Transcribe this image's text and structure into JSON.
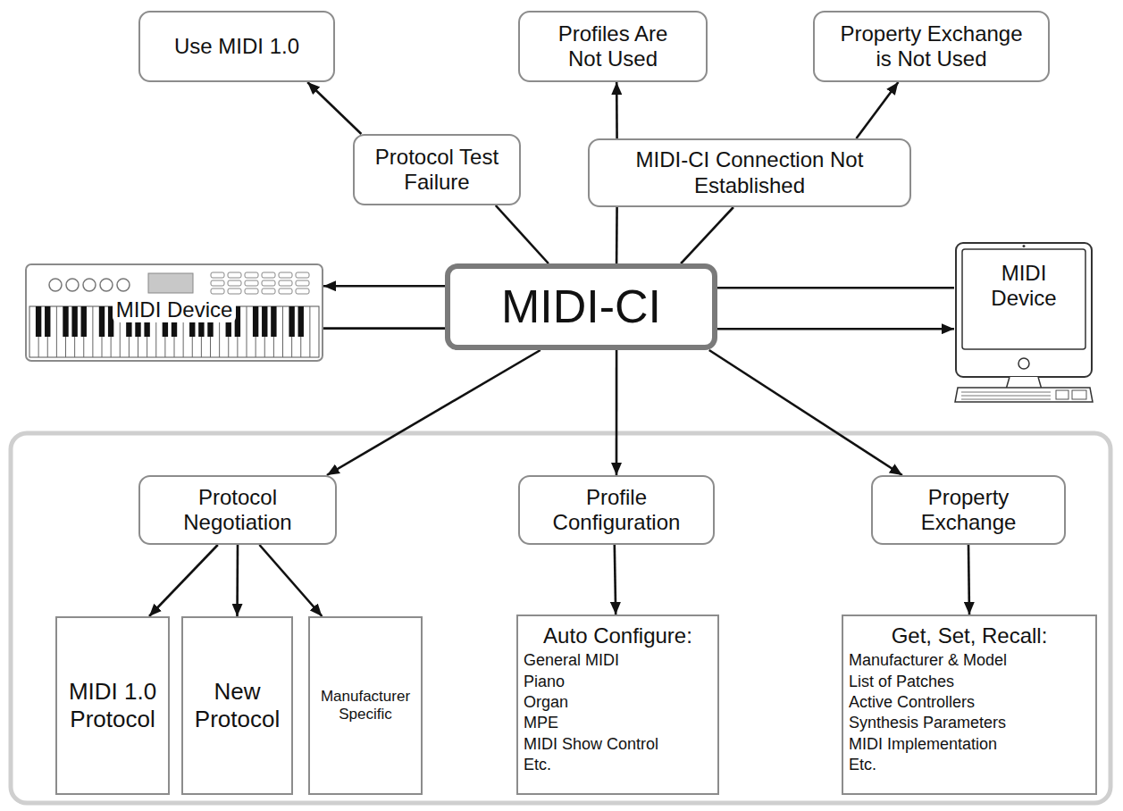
{
  "diagram": {
    "nodes": [
      {
        "text": [
          "Use MIDI 1.0"
        ]
      },
      {
        "text": [
          "Profiles Are Not Used"
        ]
      },
      {
        "text": [
          "Property Exchange is Not Used"
        ]
      },
      {
        "text": [
          "Protocol Test Failure"
        ]
      },
      {
        "text": [
          "MIDI-CI Connection Not Established"
        ]
      },
      {
        "text": [
          "MIDI Device"
        ]
      },
      {
        "text": [
          "MIDI-CI"
        ]
      },
      {
        "text": [
          "MIDI Device"
        ]
      },
      {
        "text": [
          "Protocol Negotiation"
        ]
      },
      {
        "text": [
          "Profile Configuration"
        ]
      },
      {
        "text": [
          "Property Exchange"
        ]
      },
      {
        "text": [
          "MIDI 1.0 Protocol"
        ]
      },
      {
        "text": [
          "New Protocol"
        ]
      },
      {
        "text": [
          "Manufacturer Specific"
        ]
      },
      {
        "text": [
          "Auto Configure:",
          "General MIDI",
          "Piano",
          "Organ",
          "MPE",
          "MIDI Show Control",
          "Etc."
        ]
      },
      {
        "text": [
          "Get, Set, Recall:",
          "Manufacturer & Model",
          "List of Patches",
          "Active Controllers",
          "Synthesis Parameters",
          "MIDI Implementation",
          "Etc."
        ]
      }
    ],
    "edges": [
      {
        "from": 6,
        "to": 3,
        "arrow": "none"
      },
      {
        "from": 3,
        "to": 0,
        "arrow": "to"
      },
      {
        "from": 6,
        "to": 4,
        "arrow": "none"
      },
      {
        "from": 4,
        "to": 1,
        "arrow": "to"
      },
      {
        "from": 6,
        "to": 4,
        "arrow": "none"
      },
      {
        "from": 4,
        "to": 2,
        "arrow": "to"
      },
      {
        "from": 6,
        "to": 5,
        "arrow": "to"
      },
      {
        "from": 5,
        "to": 6,
        "arrow": "none"
      },
      {
        "from": 6,
        "to": 7,
        "arrow": "none"
      },
      {
        "from": 6,
        "to": 7,
        "arrow": "to"
      },
      {
        "from": 6,
        "to": 8,
        "arrow": "to"
      },
      {
        "from": 6,
        "to": 9,
        "arrow": "to"
      },
      {
        "from": 6,
        "to": 10,
        "arrow": "to"
      },
      {
        "from": 8,
        "to": 11,
        "arrow": "to"
      },
      {
        "from": 8,
        "to": 12,
        "arrow": "to"
      },
      {
        "from": 8,
        "to": 13,
        "arrow": "to"
      },
      {
        "from": 9,
        "to": 14,
        "arrow": "to"
      },
      {
        "from": 10,
        "to": 15,
        "arrow": "to"
      }
    ]
  }
}
